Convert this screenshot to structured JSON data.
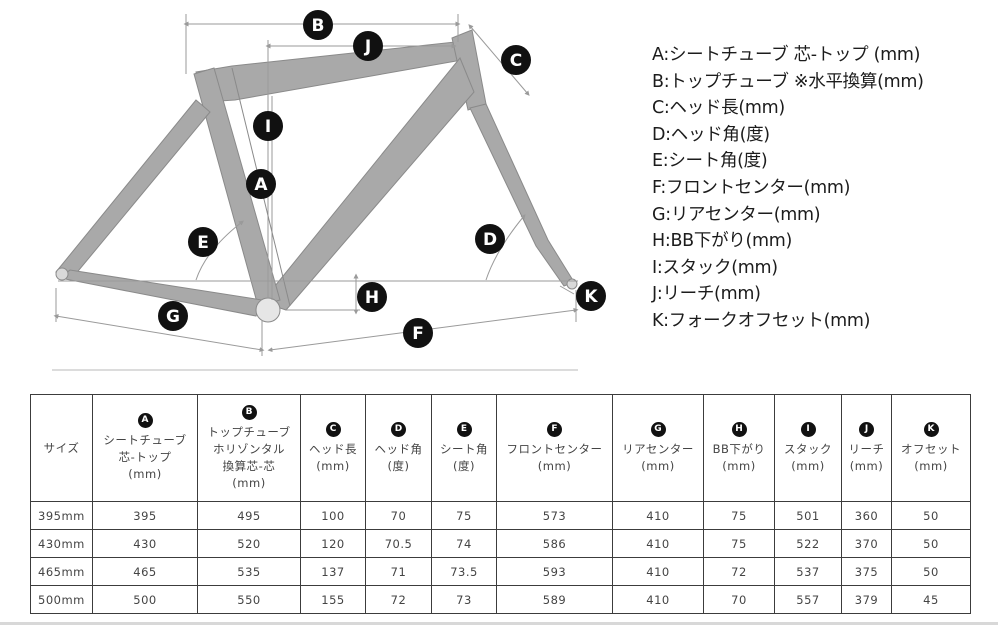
{
  "badges": [
    "A",
    "B",
    "C",
    "D",
    "E",
    "F",
    "G",
    "H",
    "I",
    "J",
    "K"
  ],
  "legend": [
    "A:シートチューブ 芯-トップ (mm)",
    "B:トップチューブ ※水平換算(mm)",
    "C:ヘッド長(mm)",
    "D:ヘッド角(度)",
    "E:シート角(度)",
    "F:フロントセンター(mm)",
    "G:リアセンター(mm)",
    "H:BB下がり(mm)",
    "I:スタック(mm)",
    "J:リーチ(mm)",
    "K:フォークオフセット(mm)"
  ],
  "table": {
    "size_header": "サイズ",
    "columns": [
      {
        "badge": "A",
        "lines": [
          "シートチューブ",
          "芯-トップ",
          "(mm)"
        ]
      },
      {
        "badge": "B",
        "lines": [
          "トップチューブ",
          "ホリゾンタル",
          "換算芯-芯",
          "(mm)"
        ]
      },
      {
        "badge": "C",
        "lines": [
          "ヘッド長",
          "(mm)"
        ]
      },
      {
        "badge": "D",
        "lines": [
          "ヘッド角",
          "(度)"
        ]
      },
      {
        "badge": "E",
        "lines": [
          "シート角",
          "(度)"
        ]
      },
      {
        "badge": "F",
        "lines": [
          "フロントセンター",
          "(mm)"
        ]
      },
      {
        "badge": "G",
        "lines": [
          "リアセンター",
          "(mm)"
        ]
      },
      {
        "badge": "H",
        "lines": [
          "BB下がり",
          "(mm)"
        ]
      },
      {
        "badge": "I",
        "lines": [
          "スタック",
          "(mm)"
        ]
      },
      {
        "badge": "J",
        "lines": [
          "リーチ",
          "(mm)"
        ]
      },
      {
        "badge": "K",
        "lines": [
          "オフセット",
          "(mm)"
        ]
      }
    ],
    "rows": [
      {
        "size": "395mm",
        "values": [
          "395",
          "495",
          "100",
          "70",
          "75",
          "573",
          "410",
          "75",
          "501",
          "360",
          "50"
        ]
      },
      {
        "size": "430mm",
        "values": [
          "430",
          "520",
          "120",
          "70.5",
          "74",
          "586",
          "410",
          "75",
          "522",
          "370",
          "50"
        ]
      },
      {
        "size": "465mm",
        "values": [
          "465",
          "535",
          "137",
          "71",
          "73.5",
          "593",
          "410",
          "72",
          "537",
          "375",
          "50"
        ]
      },
      {
        "size": "500mm",
        "values": [
          "500",
          "550",
          "155",
          "72",
          "73",
          "589",
          "410",
          "70",
          "557",
          "379",
          "45"
        ]
      }
    ]
  },
  "colors": {
    "frame_fill": "#a9a9a9",
    "frame_edge": "#8a8a8a",
    "dim_line": "#9a9a9a",
    "badge": "#111111",
    "table_border": "#3c3c3c"
  }
}
